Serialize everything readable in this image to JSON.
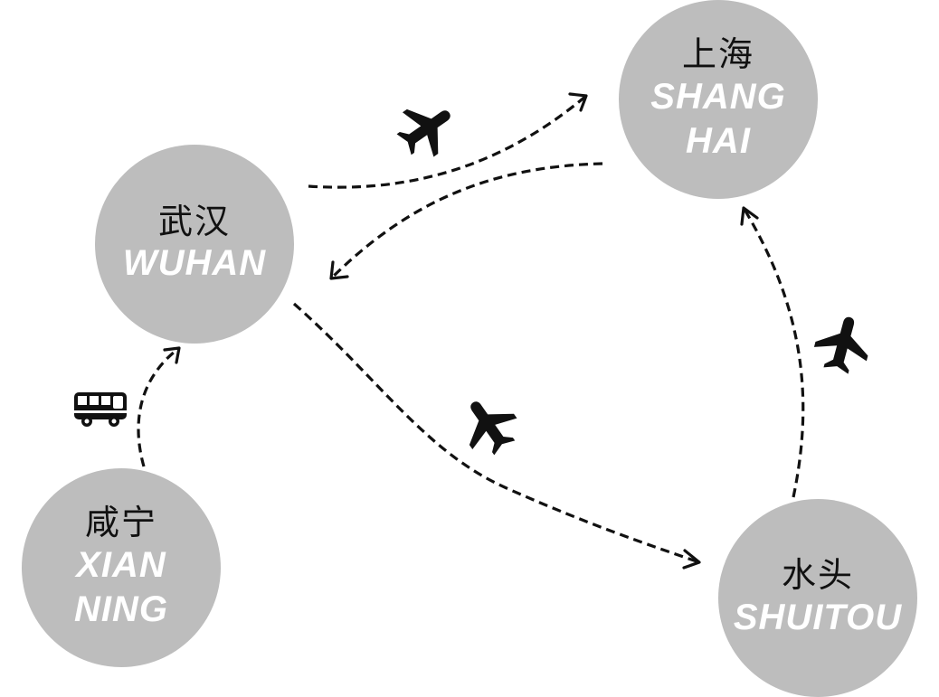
{
  "cities": {
    "shanghai": {
      "zh": "上海",
      "en": "SHANG\nHAI"
    },
    "wuhan": {
      "zh": "武汉",
      "en": "WUHAN"
    },
    "xianning": {
      "zh": "咸宁",
      "en": "XIAN\nNING"
    },
    "shuitou": {
      "zh": "水头",
      "en": "SHUITOU"
    }
  },
  "routes": [
    {
      "from": "wuhan",
      "to": "shanghai",
      "mode": "airplane-icon"
    },
    {
      "from": "shanghai",
      "to": "wuhan",
      "mode": "airplane-icon"
    },
    {
      "from": "wuhan",
      "to": "shuitou",
      "mode": "airplane-icon"
    },
    {
      "from": "shuitou",
      "to": "shanghai",
      "mode": "airplane-icon"
    },
    {
      "from": "xianning",
      "to": "wuhan",
      "mode": "bus-icon"
    }
  ],
  "colors": {
    "node": "#bdbdbd",
    "route": "#111111",
    "label_en": "#ffffff",
    "label_zh": "#111111"
  }
}
